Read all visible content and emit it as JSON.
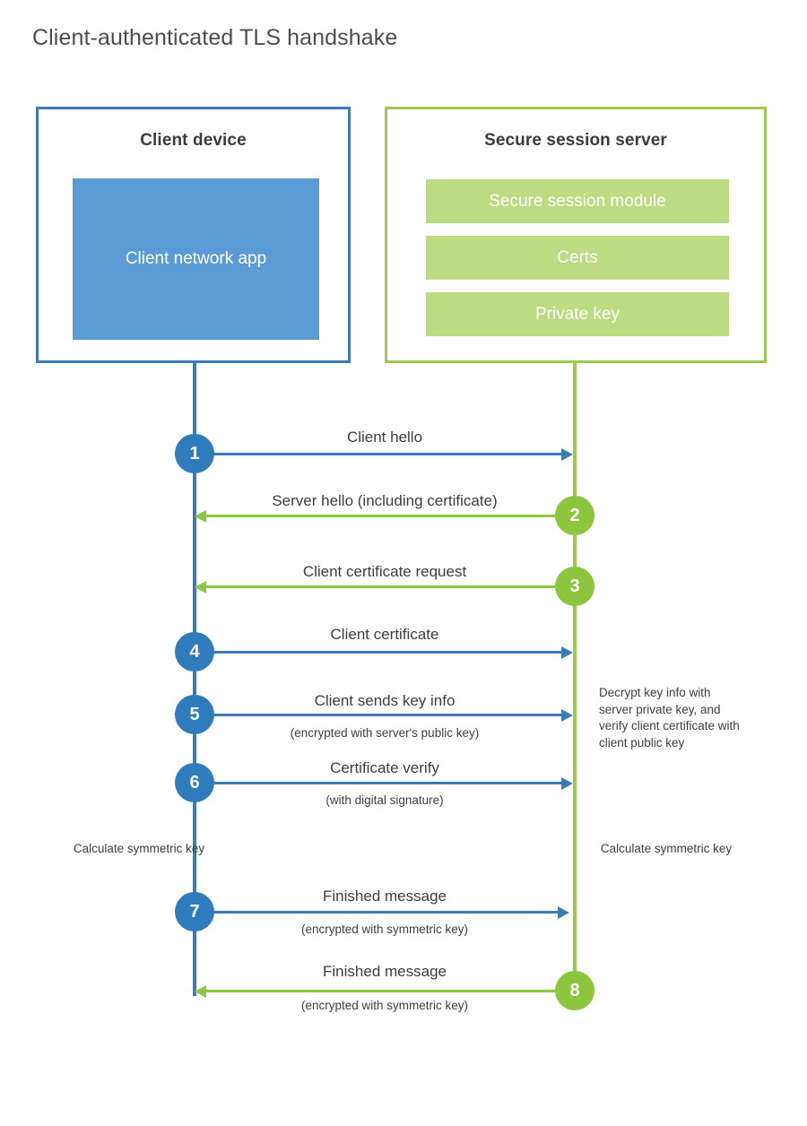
{
  "title": "Client-authenticated TLS handshake",
  "actors": {
    "client": {
      "title": "Client device",
      "app_label": "Client network app"
    },
    "server": {
      "title": "Secure session server",
      "components": [
        "Secure session module",
        "Certs",
        "Private key"
      ]
    }
  },
  "steps": [
    {
      "number": "1",
      "label": "Client hello",
      "sublabel": "",
      "direction": "client-to-server",
      "color": "blue"
    },
    {
      "number": "2",
      "label": "Server hello (including certificate)",
      "sublabel": "",
      "direction": "server-to-client",
      "color": "green"
    },
    {
      "number": "3",
      "label": "Client certificate request",
      "sublabel": "",
      "direction": "server-to-client",
      "color": "green"
    },
    {
      "number": "4",
      "label": "Client certificate",
      "sublabel": "",
      "direction": "client-to-server",
      "color": "blue"
    },
    {
      "number": "5",
      "label": "Client sends key info",
      "sublabel": "(encrypted with server's public key)",
      "direction": "client-to-server",
      "color": "blue"
    },
    {
      "number": "6",
      "label": "Certificate verify",
      "sublabel": "(with digital signature)",
      "direction": "client-to-server",
      "color": "blue"
    },
    {
      "number": "7",
      "label": "Finished message",
      "sublabel": "(encrypted with symmetric key)",
      "direction": "client-to-server",
      "color": "blue"
    },
    {
      "number": "8",
      "label": "Finished message",
      "sublabel": "(encrypted with symmetric key)",
      "direction": "server-to-client",
      "color": "green"
    }
  ],
  "notes": {
    "server_decrypt": "Decrypt key info with server private key, and verify client certificate with client public key",
    "client_calc": "Calculate symmetric key",
    "server_calc": "Calculate symmetric key"
  },
  "colors": {
    "client_accent": "#3b7cb8",
    "client_fill": "#5b9bd5",
    "server_accent": "#8cc63e",
    "server_fill": "#bcdc82",
    "text": "#3d3d3d",
    "title": "#4d4d4d"
  }
}
